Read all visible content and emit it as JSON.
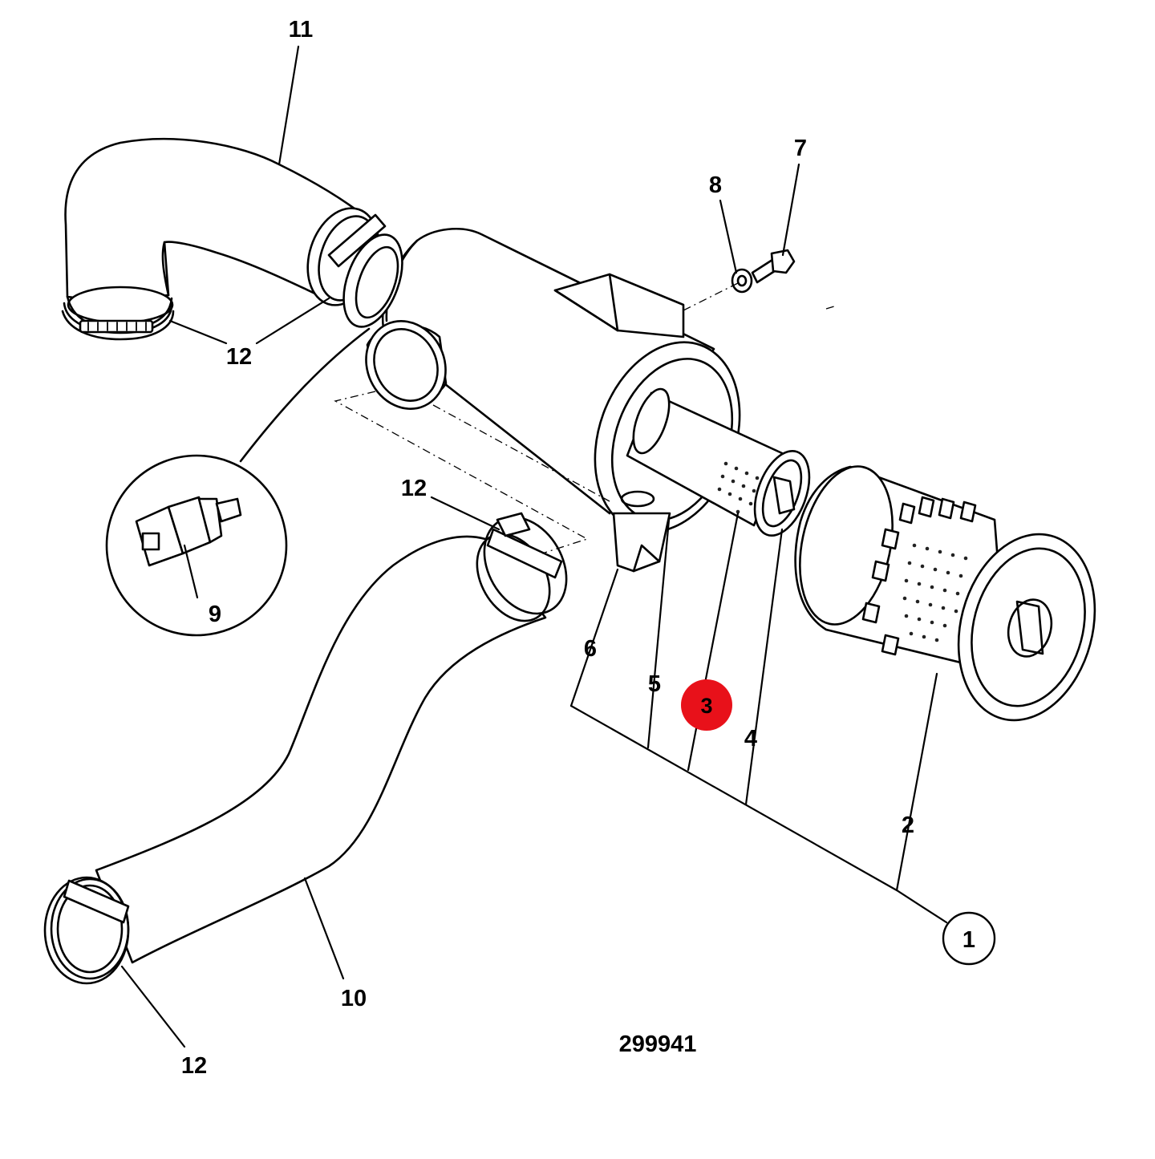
{
  "diagram": {
    "drawing_number": "299941",
    "highlight_color": "#e8111a",
    "callouts": {
      "c1": "1",
      "c2": "2",
      "c3": "3",
      "c4": "4",
      "c5": "5",
      "c6": "6",
      "c7": "7",
      "c8": "8",
      "c9": "9",
      "c10": "10",
      "c11": "11",
      "c12a": "12",
      "c12b": "12",
      "c12c": "12"
    }
  }
}
